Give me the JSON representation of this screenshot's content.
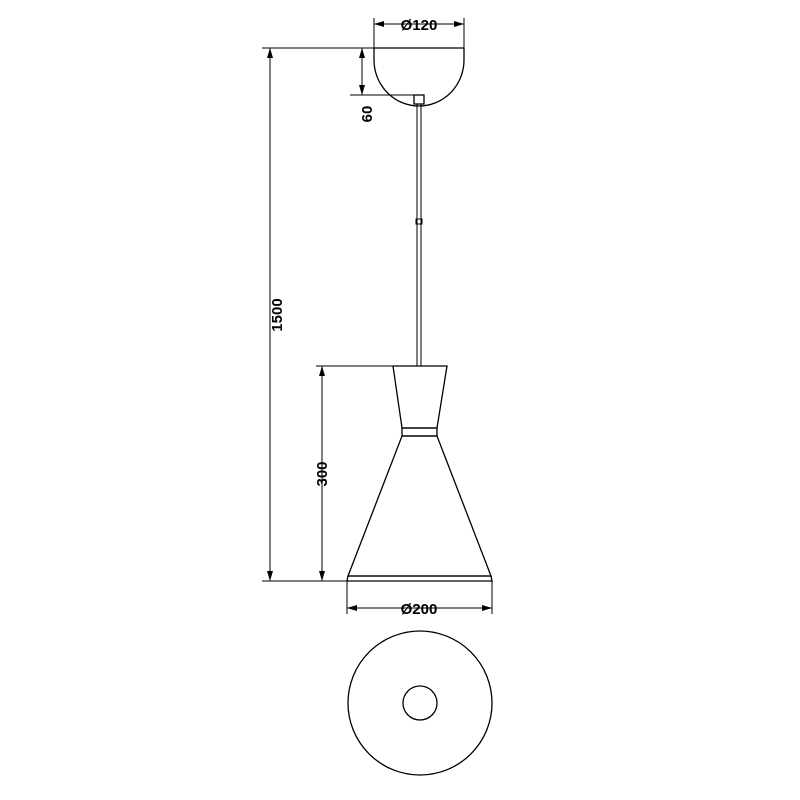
{
  "drawing": {
    "dimensions": {
      "canopy_diameter": "Ø120",
      "canopy_height": "60",
      "overall_height": "1500",
      "shade_height": "300",
      "shade_diameter": "Ø200"
    }
  }
}
